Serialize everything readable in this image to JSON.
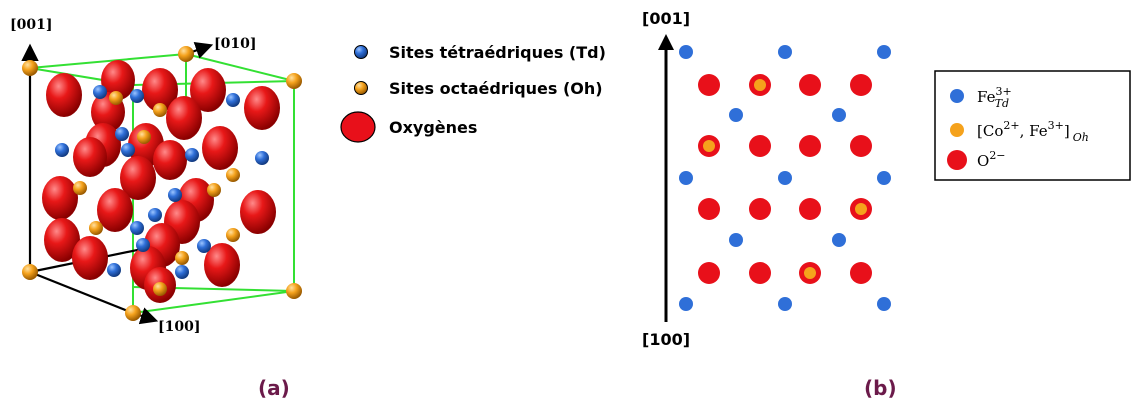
{
  "panel_a": {
    "axis_labels": {
      "z": "[001]",
      "y": "[010]",
      "x": "[100]"
    },
    "legend": {
      "td": "Sites tétraédriques (Td)",
      "oh": "Sites octaédriques (Oh)",
      "oxygen": "Oxygènes"
    },
    "caption": "(a)"
  },
  "panel_b": {
    "axis_top": "[001]",
    "axis_bottom": "[100]",
    "legend": {
      "fe": {
        "base": "Fe",
        "sup": "3+",
        "sub": "Td"
      },
      "co": {
        "open": "[Co",
        "sup1": "2+",
        "sep": ", Fe",
        "sup2": "3+",
        "close": "]",
        "sub": "Oh"
      },
      "o": {
        "base": "O",
        "sup": "2−"
      }
    },
    "caption": "(b)"
  },
  "colors": {
    "oxygen": "#e8101a",
    "td": "#2f6fd8",
    "oh": "#f5a21c",
    "cell_edge": "#33e033",
    "caption": "#6b1a4a"
  }
}
